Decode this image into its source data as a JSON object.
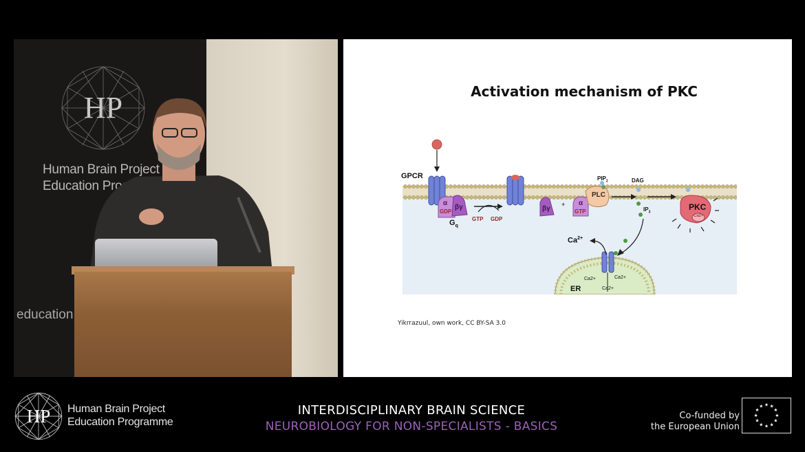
{
  "banner": {
    "line1": "Human Brain Project",
    "line2": "Education Progr",
    "url_fragment": "education."
  },
  "slide": {
    "title": "Activation mechanism of PKC",
    "credit": "Yikrrazuul, own work, CC BY-SA 3.0",
    "labels": {
      "gpcr": "GPCR",
      "alpha": "α",
      "gdp": "GDP",
      "beta_gamma": "βγ",
      "gq": "G",
      "gq_sub": "q",
      "gtp": "GTP",
      "gdp2": "GDP",
      "plus": "+",
      "alpha2": "α",
      "gtp2": "GTP",
      "plc": "PLC",
      "pip": "PIP",
      "pip_sub": "2",
      "dag": "DAG",
      "ip": "IP",
      "ip_sub": "3",
      "pkc": "PKC",
      "ca_pkc": "Ca2+",
      "ca_out": "Ca",
      "ca_out_sup": "2+",
      "ca_er1": "Ca2+",
      "ca_er2": "Ca2+",
      "ca_er3": "Ca2+",
      "er": "ER"
    }
  },
  "footer": {
    "org_line1": "Human Brain Project",
    "org_line2": "Education Programme",
    "course_title": "INTERDISCIPLINARY BRAIN SCIENCE",
    "course_subtitle": "NEUROBIOLOGY FOR NON-SPECIALISTS - BASICS",
    "funding_line1": "Co-funded by",
    "funding_line2": "the European Union"
  },
  "colors": {
    "accent_purple": "#9a62b8",
    "receptor_blue": "#6f7fd0",
    "pkc_red": "#e36a75"
  }
}
